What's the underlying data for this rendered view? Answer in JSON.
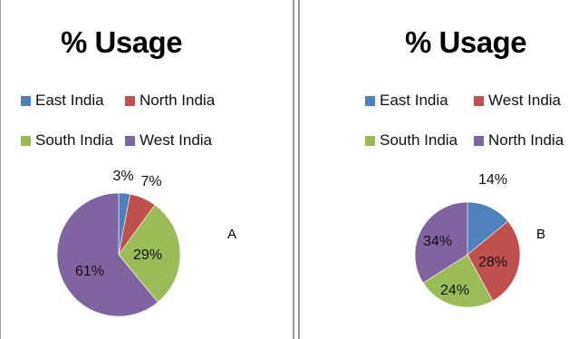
{
  "chart_data": [
    {
      "type": "pie",
      "title": "% Usage",
      "panel_label": "A",
      "legend_position": "top",
      "slices": [
        {
          "name": "East India",
          "value": 3,
          "label": "3%",
          "color": "#4F81BD"
        },
        {
          "name": "North India",
          "value": 7,
          "label": "7%",
          "color": "#C0504D"
        },
        {
          "name": "South India",
          "value": 29,
          "label": "29%",
          "color": "#9BBB59"
        },
        {
          "name": "West India",
          "value": 61,
          "label": "61%",
          "color": "#8064A2"
        }
      ]
    },
    {
      "type": "pie",
      "title": "% Usage",
      "panel_label": "B",
      "legend_position": "top",
      "slices": [
        {
          "name": "East India",
          "value": 14,
          "label": "14%",
          "color": "#4F81BD"
        },
        {
          "name": "West India",
          "value": 28,
          "label": "28%",
          "color": "#C0504D"
        },
        {
          "name": "South India",
          "value": 24,
          "label": "24%",
          "color": "#9BBB59"
        },
        {
          "name": "North India",
          "value": 34,
          "label": "34%",
          "color": "#8064A2"
        }
      ]
    }
  ]
}
